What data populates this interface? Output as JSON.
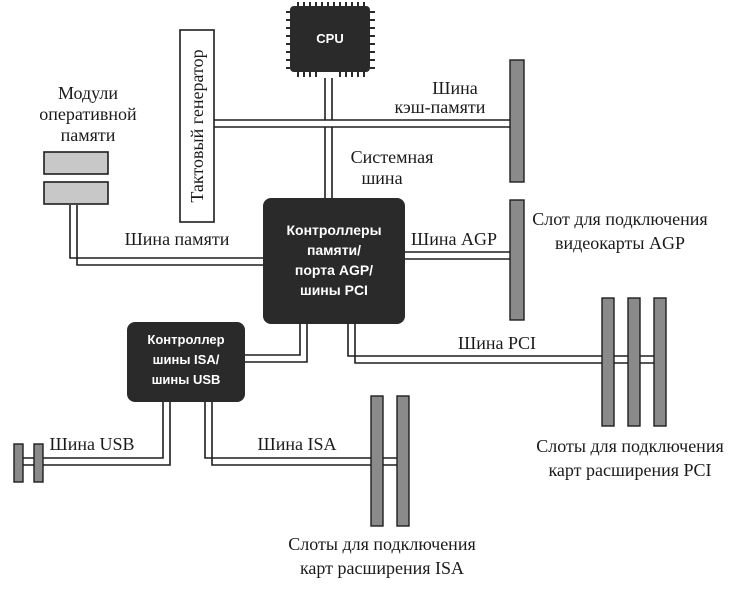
{
  "colors": {
    "chip_fill": "#2a2a2a",
    "slot_fill": "#8a8a8a",
    "bus_stroke": "#1e1e1e",
    "background": "#ffffff"
  },
  "components": {
    "cpu": "CPU",
    "clock": "Тактовый генератор",
    "ram_title_1": "Модули",
    "ram_title_2": "оперативной",
    "ram_title_3": "памяти",
    "north_1": "Контроллеры",
    "north_2": "памяти/",
    "north_3": "порта AGP/",
    "north_4": "шины PCI",
    "south_1": "Контроллер",
    "south_2": "шины ISA/",
    "south_3": "шины USB"
  },
  "buses": {
    "cache_1": "Шина",
    "cache_2": "кэш-памяти",
    "system_1": "Системная",
    "system_2": "шина",
    "memory": "Шина памяти",
    "agp": "Шина AGP",
    "pci": "Шина PCI",
    "usb": "Шина USB",
    "isa": "Шина ISA"
  },
  "slots": {
    "agp_1": "Слот для подключения",
    "agp_2": "видеокарты AGP",
    "pci_1": "Слоты для подключения",
    "pci_2": "карт расширения PCI",
    "isa_1": "Слоты для подключения",
    "isa_2": "карт расширения ISA"
  }
}
